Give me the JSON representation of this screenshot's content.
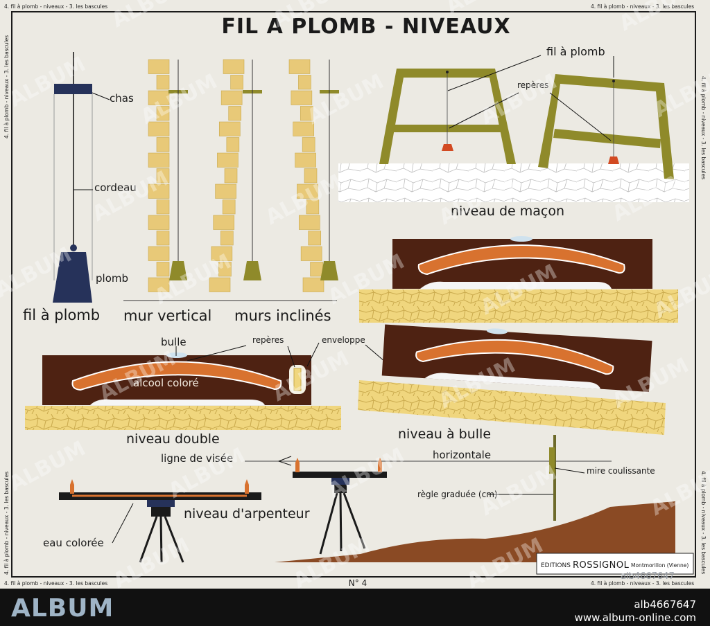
{
  "poster": {
    "title": "FIL A PLOMB - NIVEAUX",
    "edge_caption": "4. fil à plomb - niveaux - 3. les bascules",
    "number": "N° 4",
    "publisher": "EDITIONS",
    "publisher_name": "ROSSIGNOL",
    "publisher_place": "Montmorillon (Vienne)"
  },
  "sections": {
    "plumb": {
      "caption": "fil à plomb",
      "labels": {
        "chas": "chas",
        "cordeau": "cordeau",
        "plomb": "plomb"
      }
    },
    "walls": {
      "vertical": "mur vertical",
      "inclined": "murs inclinés"
    },
    "mason": {
      "caption": "niveau de maçon",
      "fil": "fil à plomb",
      "reperes": "repères"
    },
    "double": {
      "caption": "niveau double",
      "bulle": "bulle",
      "reperes": "repères",
      "enveloppe": "enveloppe",
      "alcool": "alcool coloré"
    },
    "bubble": {
      "caption": "niveau à bulle"
    },
    "surveyor": {
      "caption": "niveau d'arpenteur",
      "ligne": "ligne de visée",
      "horizontale": "horizontale",
      "mire": "mire coulissante",
      "regle": "règle graduée (cm)",
      "eau": "eau colorée"
    }
  },
  "stock": {
    "brand": "ALBUM",
    "watermark": "ALBUM",
    "id": "alb4667647",
    "url": "www.album-online.com",
    "faint_id": "alb4667647"
  },
  "colors": {
    "paper": "#eceae3",
    "frame": "#1b1b1b",
    "brick": "#e8c978",
    "wood_dark": "#4e2212",
    "tube_orange": "#d8722f",
    "olive": "#8f8a2a",
    "plumb_blue": "#26325a",
    "weight_red": "#d24a22",
    "earth": "#8a4a24",
    "stone": "#f0d67e",
    "brand_blue": "#9fb4c6"
  }
}
